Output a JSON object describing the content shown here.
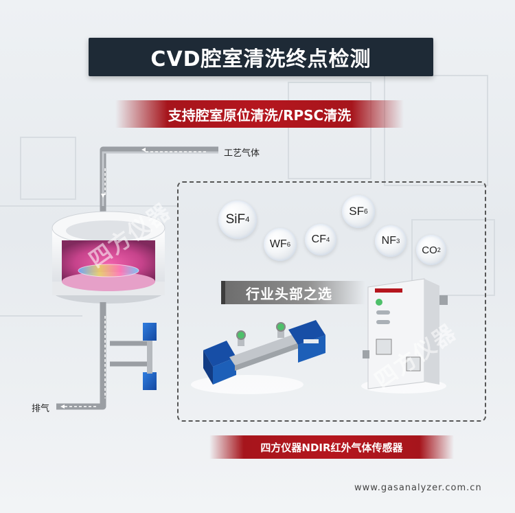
{
  "title": "CVD腔室清洗终点检测",
  "subtitle": "支持腔室原位清洗/RPSC清洗",
  "process_gas_label": "工艺气体",
  "exhaust_label": "排气",
  "selection_label": "行业头部之选",
  "product_label": "四方仪器NDIR红外气体传感器",
  "website": "www.gasanalyzer.com.cn",
  "watermark": "四方仪器",
  "gases": [
    {
      "base": "SiF",
      "sub": "4"
    },
    {
      "base": "WF",
      "sub": "6"
    },
    {
      "base": "CF",
      "sub": "4"
    },
    {
      "base": "SF",
      "sub": "6"
    },
    {
      "base": "NF",
      "sub": "3"
    },
    {
      "base": "CO",
      "sub": "2"
    }
  ],
  "colors": {
    "title_bg": "#1e2a36",
    "accent_red": "#b5161e",
    "sensor_blue": "#1d5fb8"
  }
}
